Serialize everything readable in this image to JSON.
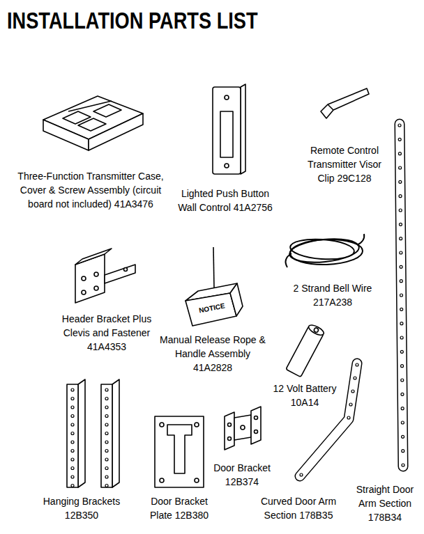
{
  "diagram": {
    "title": "INSTALLATION PARTS LIST",
    "labels": [
      "Three-Function Transmitter Case, Cover & Screw Assembly (circuit board not included) 41A3476",
      "Lighted Push Button Wall Control 41A2756",
      "Remote Control Transmitter Visor Clip 29C128",
      "2 Strand Bell Wire 217A238",
      "Header Bracket Plus Clevis and Fastener 41A4353",
      "NOTICE",
      "Manual Release Rope & Handle Assembly 41A2828",
      "12 Volt Battery 10A14",
      "Door Bracket 12B374",
      "Hanging Brackets 12B350",
      "Door Bracket Plate 12B380",
      "Curved Door Arm Section 178B35",
      "Straight Door Arm Section 178B34"
    ]
  }
}
